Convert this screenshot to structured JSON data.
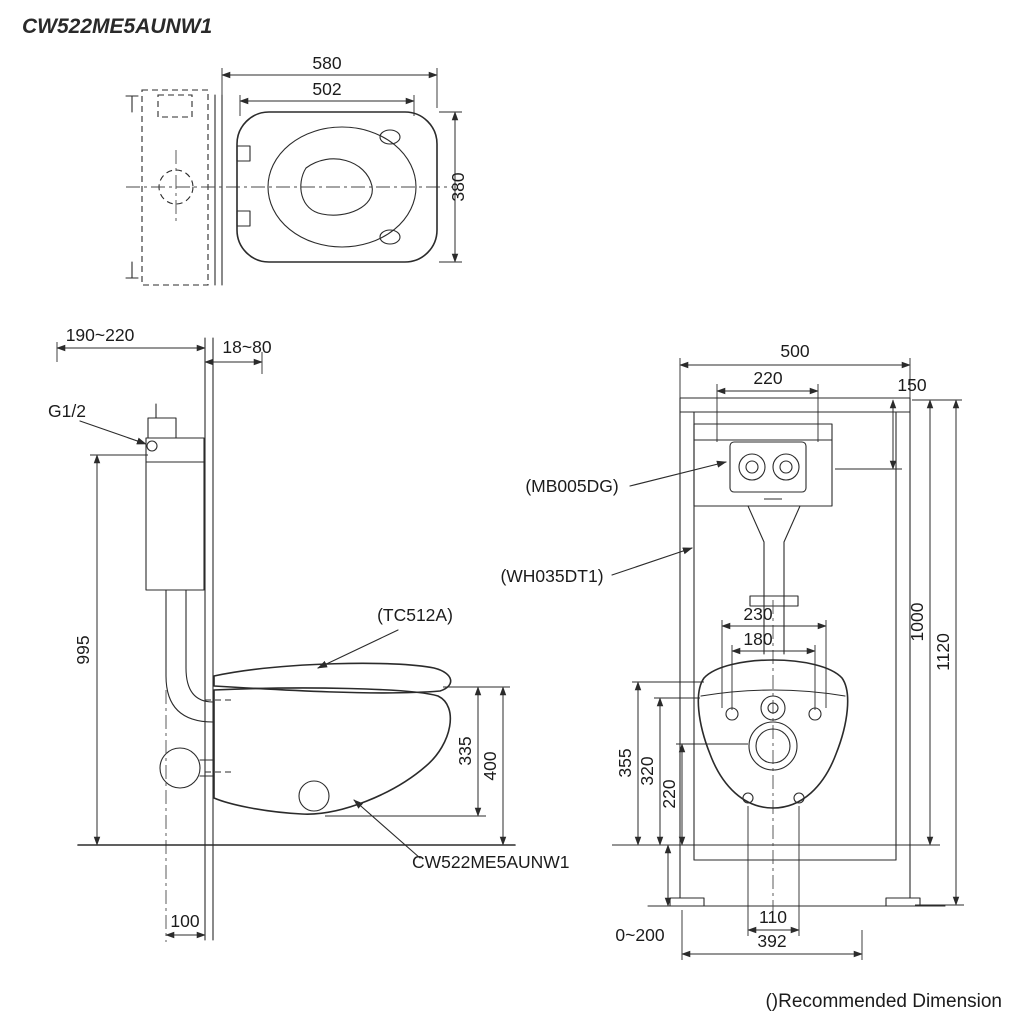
{
  "page": {
    "title": "CW522ME5AUNW1",
    "footer": "()Recommended Dimension"
  },
  "top_view": {
    "dim_580": "580",
    "dim_502": "502",
    "dim_380": "380"
  },
  "side_view": {
    "dim_wall_recess": "190~220",
    "dim_panel": "18~80",
    "label_inlet": "G1/2",
    "dim_height_995": "995",
    "label_seat": "(TC512A)",
    "dim_335": "335",
    "dim_400": "400",
    "label_model": "CW522ME5AUNW1",
    "dim_100": "100"
  },
  "front_view": {
    "dim_500": "500",
    "dim_220_top": "220",
    "dim_150": "150",
    "label_flush_plate": "(MB005DG)",
    "label_frame": "(WH035DT1)",
    "dim_230": "230",
    "dim_180": "180",
    "dim_1000": "1000",
    "dim_1120": "1120",
    "dim_355": "355",
    "dim_320": "320",
    "dim_220_left": "220",
    "dim_leg_range": "0~200",
    "dim_110": "110",
    "dim_392": "392"
  }
}
